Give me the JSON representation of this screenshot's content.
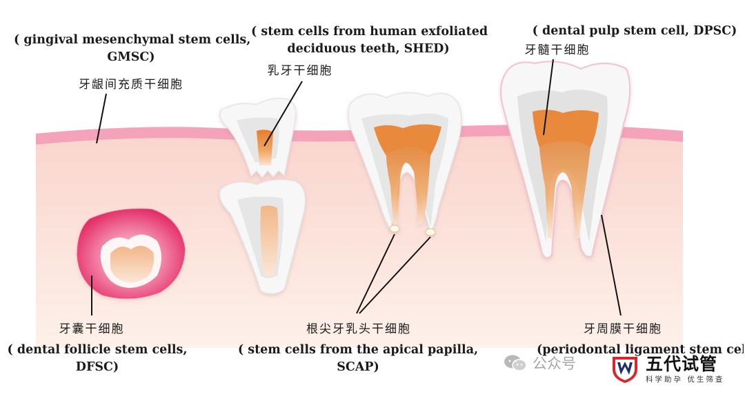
{
  "labels": {
    "gmsc_en_1": "( gingival mesenchymal stem cells,",
    "gmsc_en_2": "GMSC)",
    "gmsc_zh": "牙龈间充质干细胞",
    "shed_en_1": "( stem cells from human exfoliated",
    "shed_en_2": "deciduous teeth, SHED)",
    "shed_zh": "乳牙干细胞",
    "dpsc_en": "( dental pulp stem cell, DPSC)",
    "dpsc_zh": "牙髓干细胞",
    "dfsc_zh": "牙囊干细胞",
    "dfsc_en_1": "( dental follicle stem cells,",
    "dfsc_en_2": "DFSC)",
    "scap_zh": "根尖牙乳头干细胞",
    "scap_en_1": "( stem cells from the apical papilla,",
    "scap_en_2": "SCAP)",
    "pdlsc_zh": "牙周膜干细胞",
    "pdlsc_en_1": "(periodontal ligament stem cells"
  },
  "watermark": {
    "chat_icon": "wechat-icon",
    "text": "公众号"
  },
  "brand": {
    "logo_icon": "shield-w-logo",
    "name": "五代试管",
    "slogan": "科学助孕 优生筛查"
  },
  "colors": {
    "gum": "#f6a7bf",
    "tissue": "#fbe4d8",
    "enamel": "#f6f6f6",
    "dentin": "#e2e2e2",
    "pulp": "#e8893a",
    "follicle": "#e8386f"
  }
}
